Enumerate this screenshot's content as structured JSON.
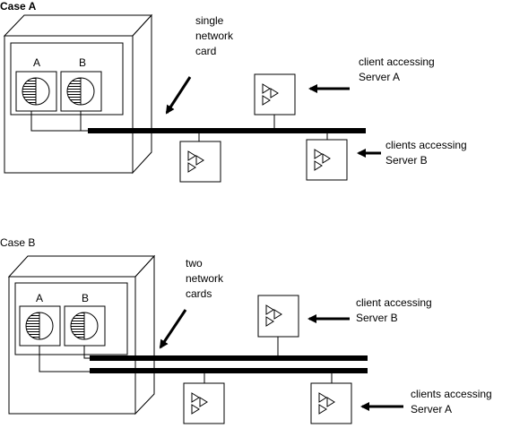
{
  "case_a": {
    "title": "Case A",
    "server_a_label": "A",
    "server_b_label": "B",
    "note_lines": [
      "single",
      "network",
      "card"
    ],
    "client_top_lines": [
      "client accessing",
      "Server A"
    ],
    "client_bottom_lines": [
      "clients accessing",
      "Server B"
    ]
  },
  "case_b": {
    "title": "Case B",
    "server_a_label": "A",
    "server_b_label": "B",
    "note_lines": [
      "two",
      "network",
      "cards"
    ],
    "client_top_lines": [
      "client accessing",
      "Server B"
    ],
    "client_bottom_lines": [
      "clients accessing",
      "Server A"
    ]
  },
  "colors": {
    "ink": "#000000",
    "paper": "#ffffff",
    "cabinet_fill": "#ffffff"
  }
}
